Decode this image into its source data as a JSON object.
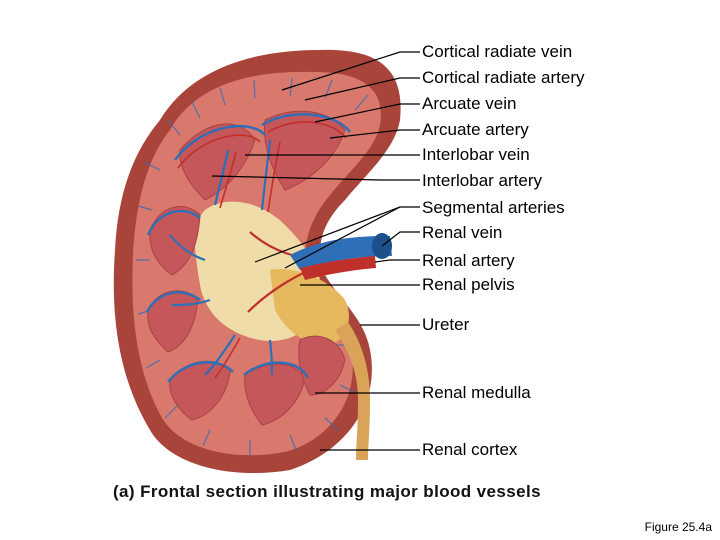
{
  "labels": [
    "Cortical radiate vein",
    "Cortical radiate artery",
    "Arcuate vein",
    "Arcuate artery",
    "Interlobar vein",
    "Interlobar artery",
    "Segmental arteries",
    "Renal vein",
    "Renal artery",
    "Renal pelvis",
    "Ureter",
    "Renal medulla",
    "Renal cortex"
  ],
  "caption": "(a) Frontal section illustrating major blood vessels",
  "figure_number": "Figure 25.4a",
  "colors": {
    "capsule": "#a8443a",
    "cortex": "#d9786c",
    "pyramid": "#c5575a",
    "sinus_fat": "#f0dca8",
    "vein": "#2e6fb8",
    "artery": "#c0302a",
    "ureter": "#d9a45a"
  }
}
